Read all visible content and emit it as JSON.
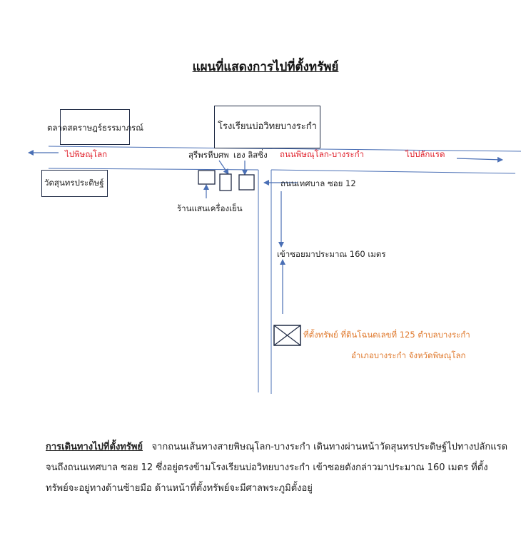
{
  "title": "แผนที่แสดงการไปที่ตั้งทรัพย์",
  "landmarks": {
    "market": "ตลาดสดราษฎร์ธรรมาภรณ์",
    "school": "โรงเรียนบ่อวิทยบางระกำ",
    "temple": "วัดสุนทรประดิษฐ์",
    "shop_surapong": "สุรีพรหีบศพ",
    "shop_eng": "เฮง ลิสซิ่ง",
    "shop_fridge": "ร้านแสนเครื่องเย็น"
  },
  "roads": {
    "to_phitsanulok": "ไปพิษณุโลก",
    "main_road": "ถนนพิษณุโลก-บางระกำ",
    "to_plak_raet": "ไปปลักแรด",
    "soi": "ถนนเทศบาล ซอย 12",
    "distance": "เข้าซอยมาประมาณ 160 เมตร"
  },
  "property": {
    "line1": "ที่ตั้งทรัพย์ ที่ดินโฉนดเลขที่ 125 ตำบลบางระกำ",
    "line2": "อำเภอบางระกำ จังหวัดพิษณุโลก"
  },
  "description": {
    "heading": "การเดินทางไปที่ตั้งทรัพย์",
    "body": "จากถนนเส้นทางสายพิษณุโลก-บางระกำ เดินทางผ่านหน้าวัดสุนทรประดิษฐ์ไปทางปลักแรด จนถึงถนนเทศบาล ซอย 12 ซึ่งอยู่ตรงข้ามโรงเรียนบ่อวิทยบางระกำ เข้าซอยดังกล่าวมาประมาณ 160 เมตร ที่ตั้งทรัพย์จะอยู่ทางด้านซ้ายมือ ด้านหน้าที่ตั้งทรัพย์จะมีศาลพระภูมิตั้งอยู่"
  },
  "colors": {
    "road_line": "#4a6fb5",
    "box_border": "#1f2a44",
    "red_label": "#e0202a",
    "orange_label": "#e07a2e"
  }
}
